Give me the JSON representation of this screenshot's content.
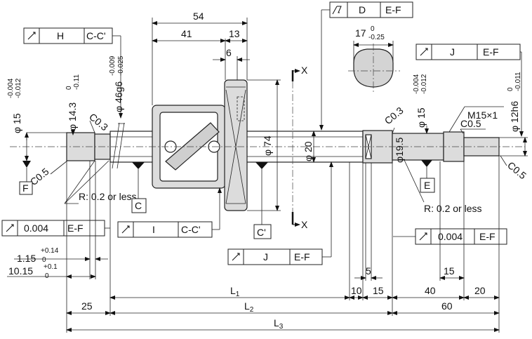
{
  "dimensions": {
    "d54": "54",
    "d41": "41",
    "d13": "13",
    "d6": "6",
    "d17": "17",
    "d17_tol_upper": "0",
    "d17_tol_lower": "-0.25",
    "phi15_left": "φ 15",
    "phi15_left_tol_upper": "-0.004",
    "phi15_left_tol_lower": "-0.012",
    "phi14_3": "φ 14.3",
    "phi14_3_tol_upper": "0",
    "phi14_3_tol_lower": "-0.11",
    "phi46": "φ 46g6",
    "phi46_tol_upper": "-0.009",
    "phi46_tol_lower": "-0.025",
    "phi74": "φ 74",
    "phi20": "φ 20",
    "phi19_5": "φ19.5",
    "phi15_right": "φ 15",
    "phi15_right_tol_upper": "-0.004",
    "phi15_right_tol_lower": "-0.012",
    "phi12h6": "φ 12h6",
    "phi12h6_tol_upper": "0",
    "phi12h6_tol_lower": "-0.011",
    "thread": "M15×1",
    "c03_left": "C0.3",
    "c05_left": "C0.5",
    "c03_right": "C0.3",
    "c05_right_a": "C0.5",
    "c05_right_b": "C0.5",
    "r_left": "R: 0.2 or less",
    "r_right": "R: 0.2 or less",
    "d1_15": "1.15",
    "d1_15_tol_upper": "+0.14",
    "d1_15_tol_lower": "0",
    "d10_15": "10.15",
    "d10_15_tol_upper": "+0.1",
    "d10_15_tol_lower": "0",
    "d25": "25",
    "L1": "L",
    "L1_sub": "1",
    "L2": "L",
    "L2_sub": "2",
    "L3": "L",
    "L3_sub": "3",
    "d10": "10",
    "d15a": "15",
    "d5": "5",
    "d40": "40",
    "d20": "20",
    "d60": "60",
    "d15b": "15"
  },
  "datums": {
    "F": "F",
    "C": "C",
    "C_prime": "C'",
    "E": "E",
    "X_top": "X",
    "X_bottom": "X"
  },
  "tolerance_frames": {
    "H": {
      "datum": "H",
      "ref": "C-C'"
    },
    "D": {
      "datum": "D",
      "ref": "E-F"
    },
    "J_top": {
      "datum": "J",
      "ref": "E-F"
    },
    "F1": {
      "value": "0.004",
      "ref": "E-F"
    },
    "I": {
      "datum": "I",
      "ref": "C-C'"
    },
    "J_bottom": {
      "datum": "J",
      "ref": "E-F"
    },
    "F2": {
      "value": "0.004",
      "ref": "E-F"
    }
  },
  "icons": {
    "runout": "circular-runout-icon",
    "total_runout": "total-runout-icon",
    "datum_triangle": "datum-triangle-icon"
  }
}
